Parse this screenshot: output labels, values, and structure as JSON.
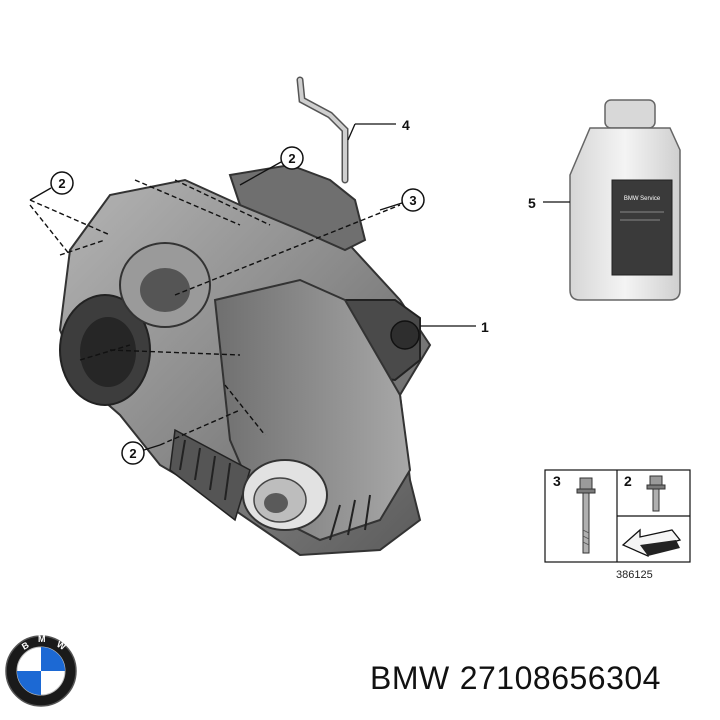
{
  "diagram": {
    "callouts": [
      "2",
      "2",
      "3",
      "4",
      "5",
      "1",
      "2"
    ],
    "legend": {
      "left_number": "3",
      "right_number": "2",
      "ref_code": "386125"
    },
    "oil_bottle_label": "BMW Service"
  },
  "brand": {
    "name": "BMW",
    "part_number": "27108656304",
    "logo_letters": "BMW"
  },
  "colors": {
    "housing": "#8c8c8c",
    "housing_dark": "#4a4a4a",
    "bottle": "#e6e6e6",
    "bottle_label": "#333333",
    "logo_blue": "#1c69d4"
  }
}
